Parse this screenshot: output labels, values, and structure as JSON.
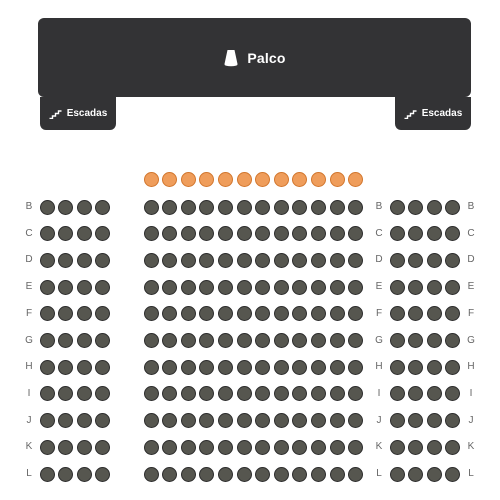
{
  "stage": {
    "label": "Palco",
    "icon": "stage-light-icon"
  },
  "stairs": {
    "left_label": "Escadas",
    "right_label": "Escadas",
    "icon": "stairs-icon"
  },
  "colors": {
    "stage_bg": "#333335",
    "seat_available": "#56564f",
    "seat_selected": "#ef9d5b",
    "row_label": "#666666"
  },
  "rows": [
    "B",
    "C",
    "D",
    "E",
    "F",
    "G",
    "H",
    "I",
    "J",
    "K",
    "L"
  ],
  "sections": {
    "left": {
      "seats_per_row": 4
    },
    "center": {
      "seats_per_row": 12
    },
    "right": {
      "seats_per_row": 4
    }
  },
  "front_row": {
    "section": "center",
    "seats": 12,
    "status": "selected"
  }
}
